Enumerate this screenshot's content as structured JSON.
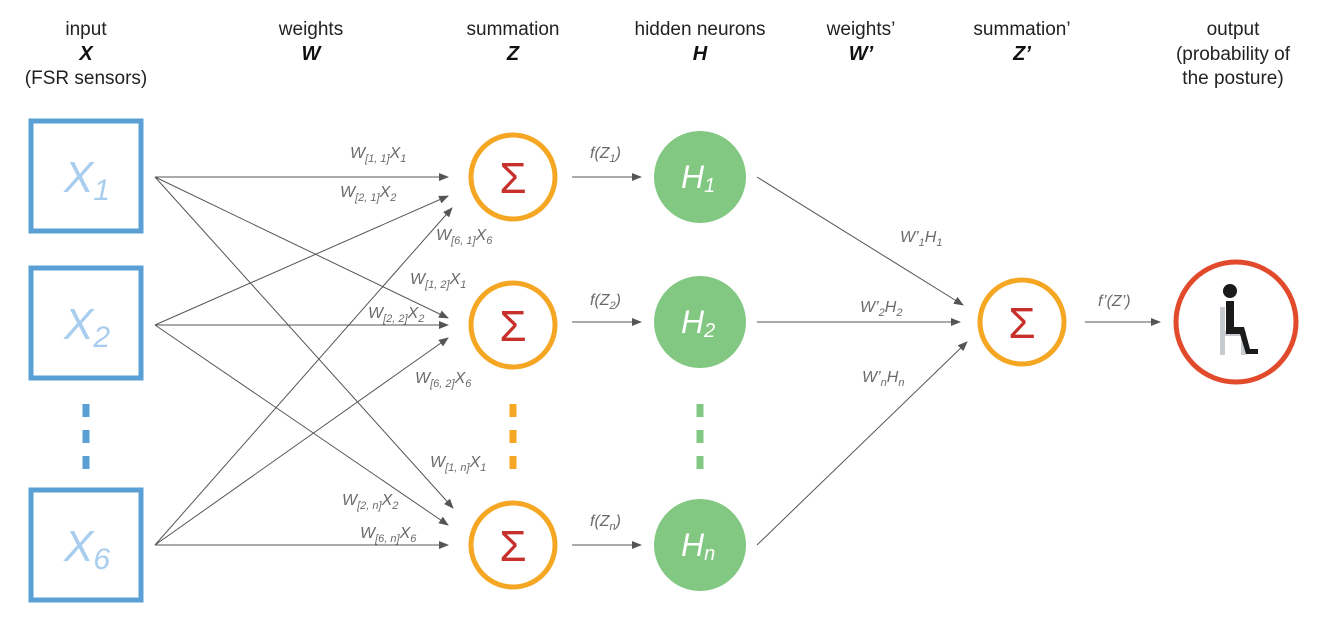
{
  "headers": {
    "input": {
      "title": "input",
      "symbol": "X",
      "line2": "(FSR sensors)"
    },
    "weights": {
      "title": "weights",
      "symbol": "W"
    },
    "summation": {
      "title": "summation",
      "symbol": "Z"
    },
    "hidden": {
      "title": "hidden neurons",
      "symbol": "H"
    },
    "weights2": {
      "title": "weights’",
      "symbol": "W’"
    },
    "summation2": {
      "title": "summation’",
      "symbol": "Z’"
    },
    "output": {
      "title": "output",
      "line1": "(probability of",
      "line2": "the posture)"
    }
  },
  "inputs": [
    {
      "base": "X",
      "sub": "1"
    },
    {
      "base": "X",
      "sub": "2"
    },
    {
      "base": "X",
      "sub": "6"
    }
  ],
  "sigma": "Σ",
  "hidden": [
    {
      "base": "H",
      "sub": "1"
    },
    {
      "base": "H",
      "sub": "2"
    },
    {
      "base": "H",
      "sub": "n"
    }
  ],
  "weight_labels": [
    {
      "w": "W",
      "idx": "[1, 1]",
      "x": "X",
      "xsub": "1"
    },
    {
      "w": "W",
      "idx": "[2, 1]",
      "x": "X",
      "xsub": "2"
    },
    {
      "w": "W",
      "idx": "[6, 1]",
      "x": "X",
      "xsub": "6"
    },
    {
      "w": "W",
      "idx": "[1, 2]",
      "x": "X",
      "xsub": "1"
    },
    {
      "w": "W",
      "idx": "[2, 2]",
      "x": "X",
      "xsub": "2"
    },
    {
      "w": "W",
      "idx": "[6, 2]",
      "x": "X",
      "xsub": "6"
    },
    {
      "w": "W",
      "idx": "[1, n]",
      "x": "X",
      "xsub": "1"
    },
    {
      "w": "W",
      "idx": "[2, n]",
      "x": "X",
      "xsub": "2"
    },
    {
      "w": "W",
      "idx": "[6, n]",
      "x": "X",
      "xsub": "6"
    }
  ],
  "activation_labels": [
    {
      "pre": "f(Z",
      "sub": "1",
      "post": ")"
    },
    {
      "pre": "f(Z",
      "sub": "2",
      "post": ")"
    },
    {
      "pre": "f(Z",
      "sub": "n",
      "post": ")"
    }
  ],
  "hidden_weight_labels": [
    {
      "pre": "W’",
      "sub": "1",
      "post": "H",
      "postsub": "1"
    },
    {
      "pre": "W’",
      "sub": "2",
      "post": "H",
      "postsub": "2"
    },
    {
      "pre": "W’",
      "sub": "n",
      "post": "H",
      "postsub": "n"
    }
  ],
  "output_activation": "f’(Z’)",
  "icons": {
    "output": "seated-person-icon"
  },
  "colors": {
    "input": "#5a9fd6",
    "summation": "#f5a623",
    "sigma": "#c62f2a",
    "hidden": "#82c882",
    "output": "#e24a2c"
  }
}
